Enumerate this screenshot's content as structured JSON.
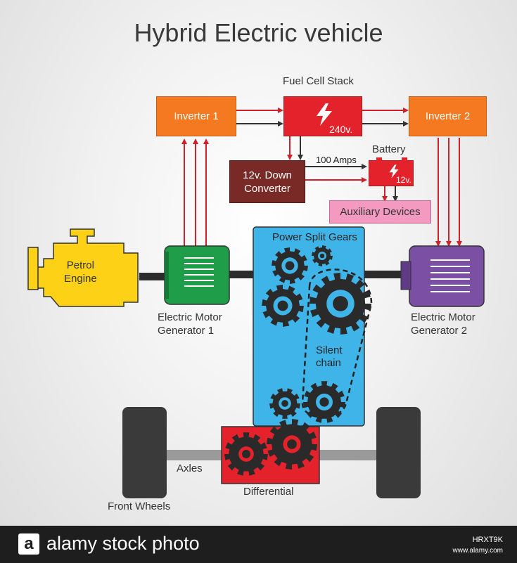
{
  "title": "Hybrid Electric vehicle",
  "labels": {
    "fuel_cell_stack": "Fuel Cell Stack",
    "voltage": "240v.",
    "inverter_1": "Inverter 1",
    "inverter_2": "Inverter 2",
    "battery": "Battery",
    "amps": "100 Amps",
    "battery_voltage": "12v.",
    "down_converter": "12v. Down\nConverter",
    "auxiliary_devices": "Auxiliary Devices",
    "power_split_gears": "Power Split Gears",
    "petrol_engine": "Petrol\nEngine",
    "emg1": "Electric Motor\nGenerator 1",
    "emg2": "Electric Motor\nGenerator 2",
    "silent_chain": "Silent\nchain",
    "axles": "Axles",
    "differential": "Differential",
    "front_wheels": "Front Wheels"
  },
  "colors": {
    "inverter": "#f47920",
    "fuel_cell": "#e3222b",
    "converter": "#7a2a26",
    "auxiliary": "#f49ac1",
    "gearbox": "#3fb4e8",
    "engine": "#fcd116",
    "emg1": "#1f9d48",
    "emg2": "#7b4fa3",
    "wheel": "#3a3a3a",
    "arrow_red": "#d0202a",
    "arrow_dark": "#333333"
  },
  "icons": [
    "lightning-icon",
    "battery-icon",
    "gear-icon",
    "engine-icon",
    "wheel-icon"
  ],
  "footer": {
    "logo": "a",
    "brand": "alamy stock photo",
    "image_code": "HRXT9K",
    "url": "www.alamy.com"
  }
}
